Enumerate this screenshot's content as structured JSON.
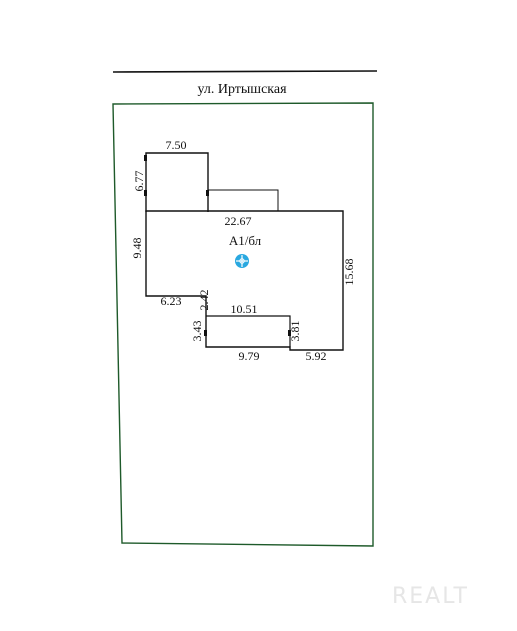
{
  "street_label": "ул. Иртышская",
  "building_label": "А1/бл",
  "dimensions": {
    "top_annex_width": "7.50",
    "top_annex_height": "6.77",
    "main_top_width": "22.67",
    "left_height": "9.48",
    "right_height": "15.68",
    "step_width": "6.23",
    "step_height": "2.42",
    "inner_width": "10.51",
    "bottom_left_height": "3.43",
    "bottom_width": "9.79",
    "inner_right_height": "3.81",
    "bottom_right_width": "5.92"
  },
  "watermark": "REALT",
  "colors": {
    "plot_border": "#1e5a2a",
    "marker": "#29a8e0"
  }
}
